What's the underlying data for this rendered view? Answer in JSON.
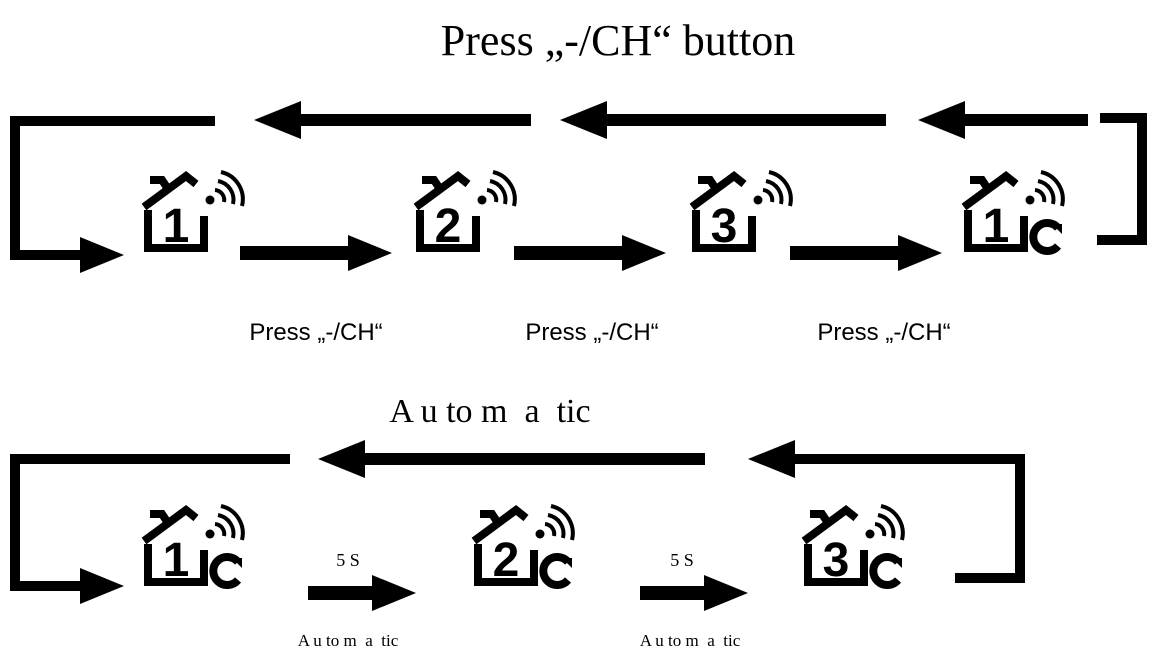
{
  "title_top": "Press „-/CH“ button",
  "top_row": {
    "step_labels": [
      "Press „-/CH“",
      "Press „-/CH“",
      "Press „-/CH“"
    ],
    "icons": [
      {
        "digit": "1",
        "cycle": false
      },
      {
        "digit": "2",
        "cycle": false
      },
      {
        "digit": "3",
        "cycle": false
      },
      {
        "digit": "1",
        "cycle": true
      }
    ]
  },
  "title_bottom": "A u to m  a  tic",
  "bottom_row": {
    "interval_labels": [
      "5 S",
      "5 S"
    ],
    "auto_labels": [
      "A u to m  a  tic",
      "A u to m  a  tic"
    ],
    "icons": [
      {
        "digit": "1",
        "cycle": true
      },
      {
        "digit": "2",
        "cycle": true
      },
      {
        "digit": "3",
        "cycle": true
      }
    ]
  },
  "colors": {
    "ink": "#000000",
    "background": "#ffffff"
  }
}
